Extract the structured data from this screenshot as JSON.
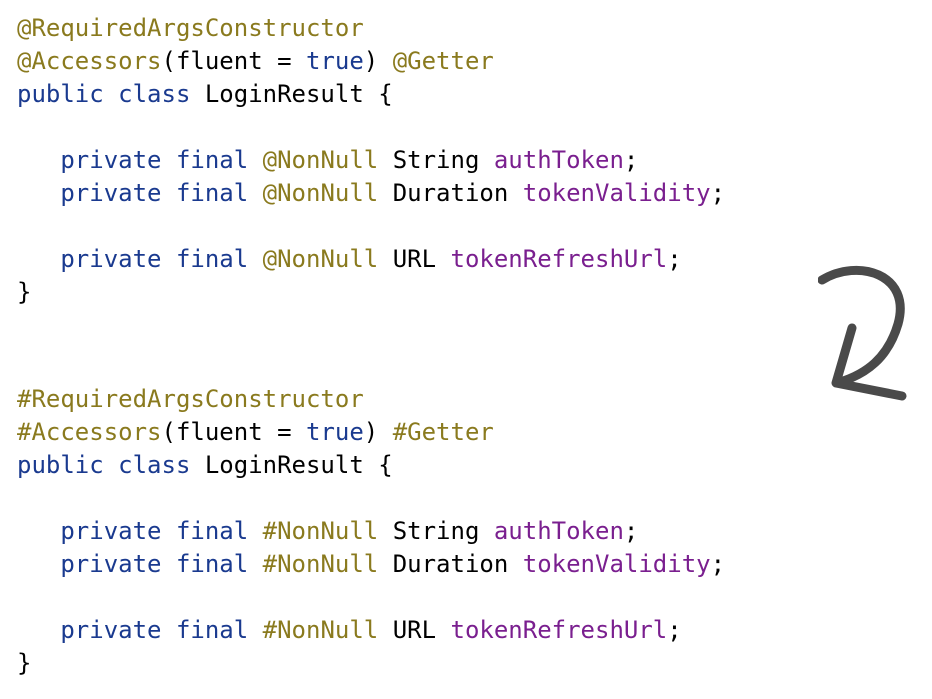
{
  "colors": {
    "annotation": "#8a7a1e",
    "keyword": "#1a3a8f",
    "field": "#7a1f8f",
    "text": "#000000",
    "arrow": "#4a4a4a"
  },
  "transform_arrow": {
    "icon": "curved-arrow-down-icon"
  },
  "code_blocks": [
    {
      "lines": [
        [
          {
            "t": "@RequiredArgsConstructor",
            "k": "annotation"
          }
        ],
        [
          {
            "t": "@Accessors",
            "k": "annotation"
          },
          {
            "t": "(fluent = ",
            "k": "plain"
          },
          {
            "t": "true",
            "k": "keyword"
          },
          {
            "t": ") ",
            "k": "plain"
          },
          {
            "t": "@Getter",
            "k": "annotation"
          }
        ],
        [
          {
            "t": "public class",
            "k": "keyword"
          },
          {
            "t": " LoginResult {",
            "k": "plain"
          }
        ],
        [],
        [
          {
            "t": "   ",
            "k": "plain"
          },
          {
            "t": "private final",
            "k": "keyword"
          },
          {
            "t": " ",
            "k": "plain"
          },
          {
            "t": "@NonNull",
            "k": "annotation"
          },
          {
            "t": " String ",
            "k": "plain"
          },
          {
            "t": "authToken",
            "k": "field"
          },
          {
            "t": ";",
            "k": "plain"
          }
        ],
        [
          {
            "t": "   ",
            "k": "plain"
          },
          {
            "t": "private final",
            "k": "keyword"
          },
          {
            "t": " ",
            "k": "plain"
          },
          {
            "t": "@NonNull",
            "k": "annotation"
          },
          {
            "t": " Duration ",
            "k": "plain"
          },
          {
            "t": "tokenValidity",
            "k": "field"
          },
          {
            "t": ";",
            "k": "plain"
          }
        ],
        [],
        [
          {
            "t": "   ",
            "k": "plain"
          },
          {
            "t": "private final",
            "k": "keyword"
          },
          {
            "t": " ",
            "k": "plain"
          },
          {
            "t": "@NonNull",
            "k": "annotation"
          },
          {
            "t": " URL ",
            "k": "plain"
          },
          {
            "t": "tokenRefreshUrl",
            "k": "field"
          },
          {
            "t": ";",
            "k": "plain"
          }
        ],
        [
          {
            "t": "}",
            "k": "plain"
          }
        ]
      ]
    },
    {
      "lines": [
        [
          {
            "t": "#RequiredArgsConstructor",
            "k": "annotation"
          }
        ],
        [
          {
            "t": "#Accessors",
            "k": "annotation"
          },
          {
            "t": "(fluent = ",
            "k": "plain"
          },
          {
            "t": "true",
            "k": "keyword"
          },
          {
            "t": ") ",
            "k": "plain"
          },
          {
            "t": "#Getter",
            "k": "annotation"
          }
        ],
        [
          {
            "t": "public class",
            "k": "keyword"
          },
          {
            "t": " LoginResult {",
            "k": "plain"
          }
        ],
        [],
        [
          {
            "t": "   ",
            "k": "plain"
          },
          {
            "t": "private final",
            "k": "keyword"
          },
          {
            "t": " ",
            "k": "plain"
          },
          {
            "t": "#NonNull",
            "k": "annotation"
          },
          {
            "t": " String ",
            "k": "plain"
          },
          {
            "t": "authToken",
            "k": "field"
          },
          {
            "t": ";",
            "k": "plain"
          }
        ],
        [
          {
            "t": "   ",
            "k": "plain"
          },
          {
            "t": "private final",
            "k": "keyword"
          },
          {
            "t": " ",
            "k": "plain"
          },
          {
            "t": "#NonNull",
            "k": "annotation"
          },
          {
            "t": " Duration ",
            "k": "plain"
          },
          {
            "t": "tokenValidity",
            "k": "field"
          },
          {
            "t": ";",
            "k": "plain"
          }
        ],
        [],
        [
          {
            "t": "   ",
            "k": "plain"
          },
          {
            "t": "private final",
            "k": "keyword"
          },
          {
            "t": " ",
            "k": "plain"
          },
          {
            "t": "#NonNull",
            "k": "annotation"
          },
          {
            "t": " URL ",
            "k": "plain"
          },
          {
            "t": "tokenRefreshUrl",
            "k": "field"
          },
          {
            "t": ";",
            "k": "plain"
          }
        ],
        [
          {
            "t": "}",
            "k": "plain"
          }
        ]
      ]
    }
  ]
}
